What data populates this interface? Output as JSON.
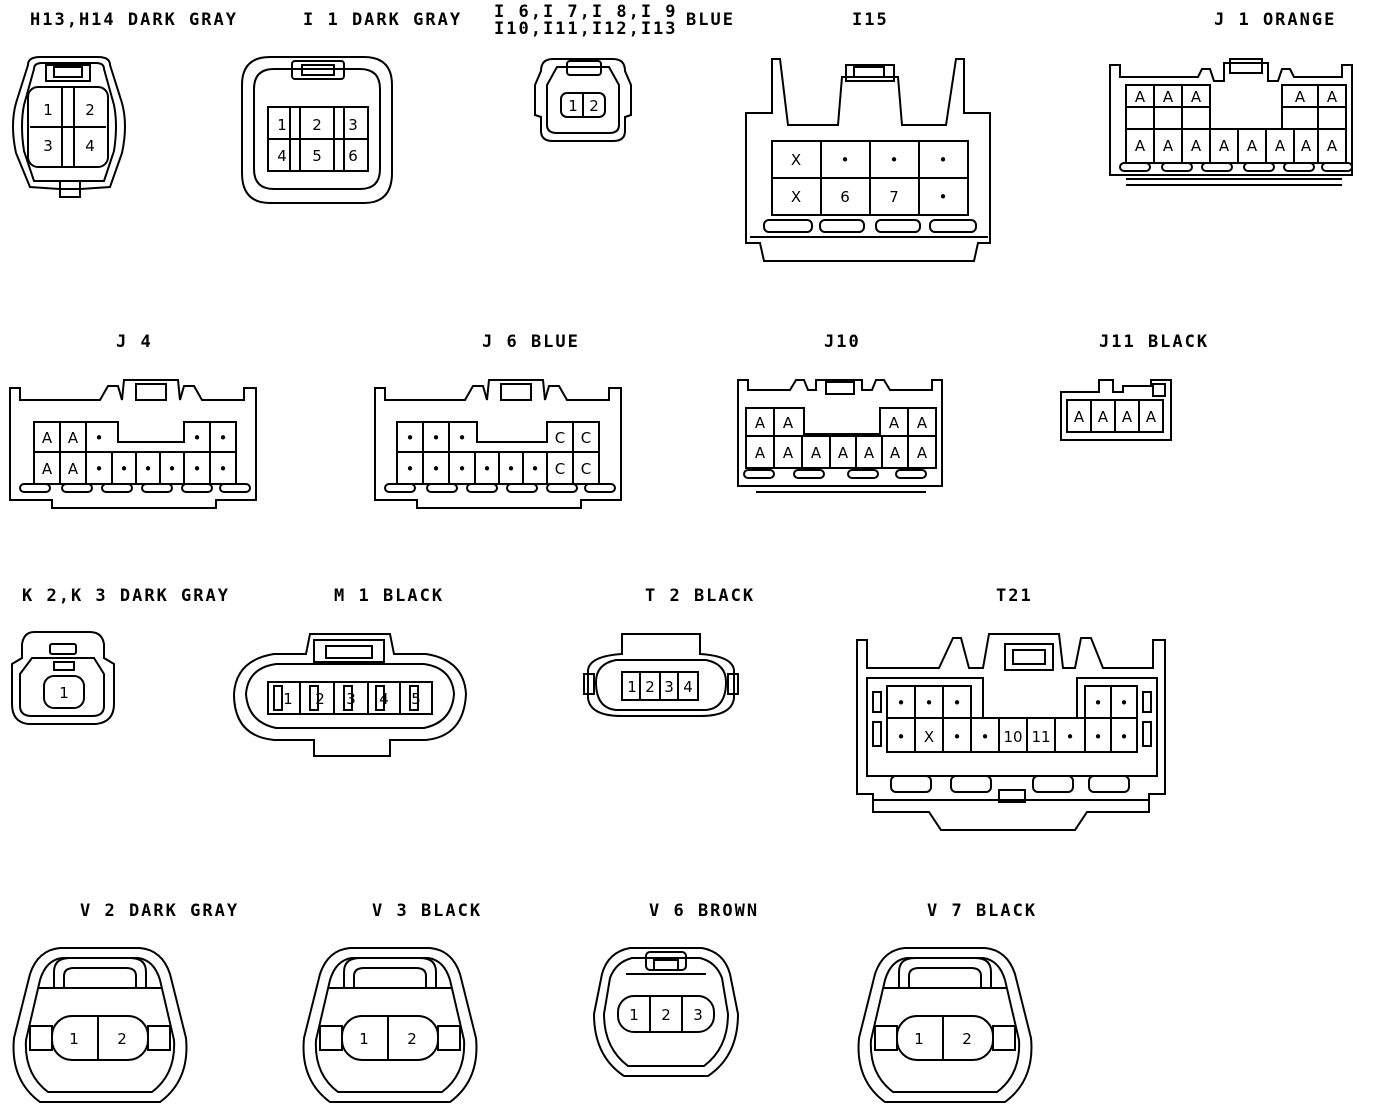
{
  "labels": {
    "h13": "H13,H14 DARK GRAY",
    "i1": "I 1 DARK GRAY",
    "i6_line1": "I 6,I 7,I 8,I 9",
    "i6_line2": "I10,I11,I12,I13",
    "i6_color": "BLUE",
    "i15": "I15",
    "j1": "J 1 ORANGE",
    "j4": "J 4",
    "j6": "J 6 BLUE",
    "j10": "J10",
    "j11": "J11 BLACK",
    "k2": "K 2,K 3 DARK GRAY",
    "m1": "M 1 BLACK",
    "t2": "T 2 BLACK",
    "t21": "T21",
    "v2": "V 2 DARK GRAY",
    "v3": "V 3 BLACK",
    "v6": "V 6 BROWN",
    "v7": "V 7 BLACK"
  },
  "pins": {
    "h13": [
      "1",
      "2",
      "3",
      "4"
    ],
    "i1": [
      "1",
      "2",
      "3",
      "4",
      "5",
      "6"
    ],
    "i6": [
      "1",
      "2"
    ],
    "i15_row1": [
      "X",
      "•",
      "•",
      "•"
    ],
    "i15_row2": [
      "X",
      "6",
      "7",
      "•"
    ],
    "j1_row1": [
      "A",
      "A",
      "A",
      "A",
      "A"
    ],
    "j1_row2": [
      "A",
      "A",
      "A",
      "A",
      "A",
      "A",
      "A",
      "A"
    ],
    "j4_row1": [
      "A",
      "A",
      "•",
      "•",
      "•"
    ],
    "j4_row2": [
      "A",
      "A",
      "•",
      "•",
      "•",
      "•",
      "•",
      "•"
    ],
    "j6_row1": [
      "•",
      "•",
      "•",
      "C",
      "C"
    ],
    "j6_row2": [
      "•",
      "•",
      "•",
      "•",
      "•",
      "•",
      "C",
      "C"
    ],
    "j10_row1": [
      "A",
      "A",
      "A",
      "A"
    ],
    "j10_row2": [
      "A",
      "A",
      "A",
      "A",
      "A",
      "A",
      "A"
    ],
    "j11": [
      "A",
      "A",
      "A",
      "A"
    ],
    "k2": [
      "1"
    ],
    "m1": [
      "1",
      "2",
      "3",
      "4",
      "5"
    ],
    "t2": [
      "1",
      "2",
      "3",
      "4"
    ],
    "t21_row1": [
      "•",
      "•",
      "•",
      "•",
      "•"
    ],
    "t21_row2": [
      "•",
      "X",
      "•",
      "•",
      "10",
      "11",
      "•",
      "•",
      "•"
    ],
    "v2": [
      "1",
      "2"
    ],
    "v3": [
      "1",
      "2"
    ],
    "v6": [
      "1",
      "2",
      "3"
    ],
    "v7": [
      "1",
      "2"
    ]
  }
}
